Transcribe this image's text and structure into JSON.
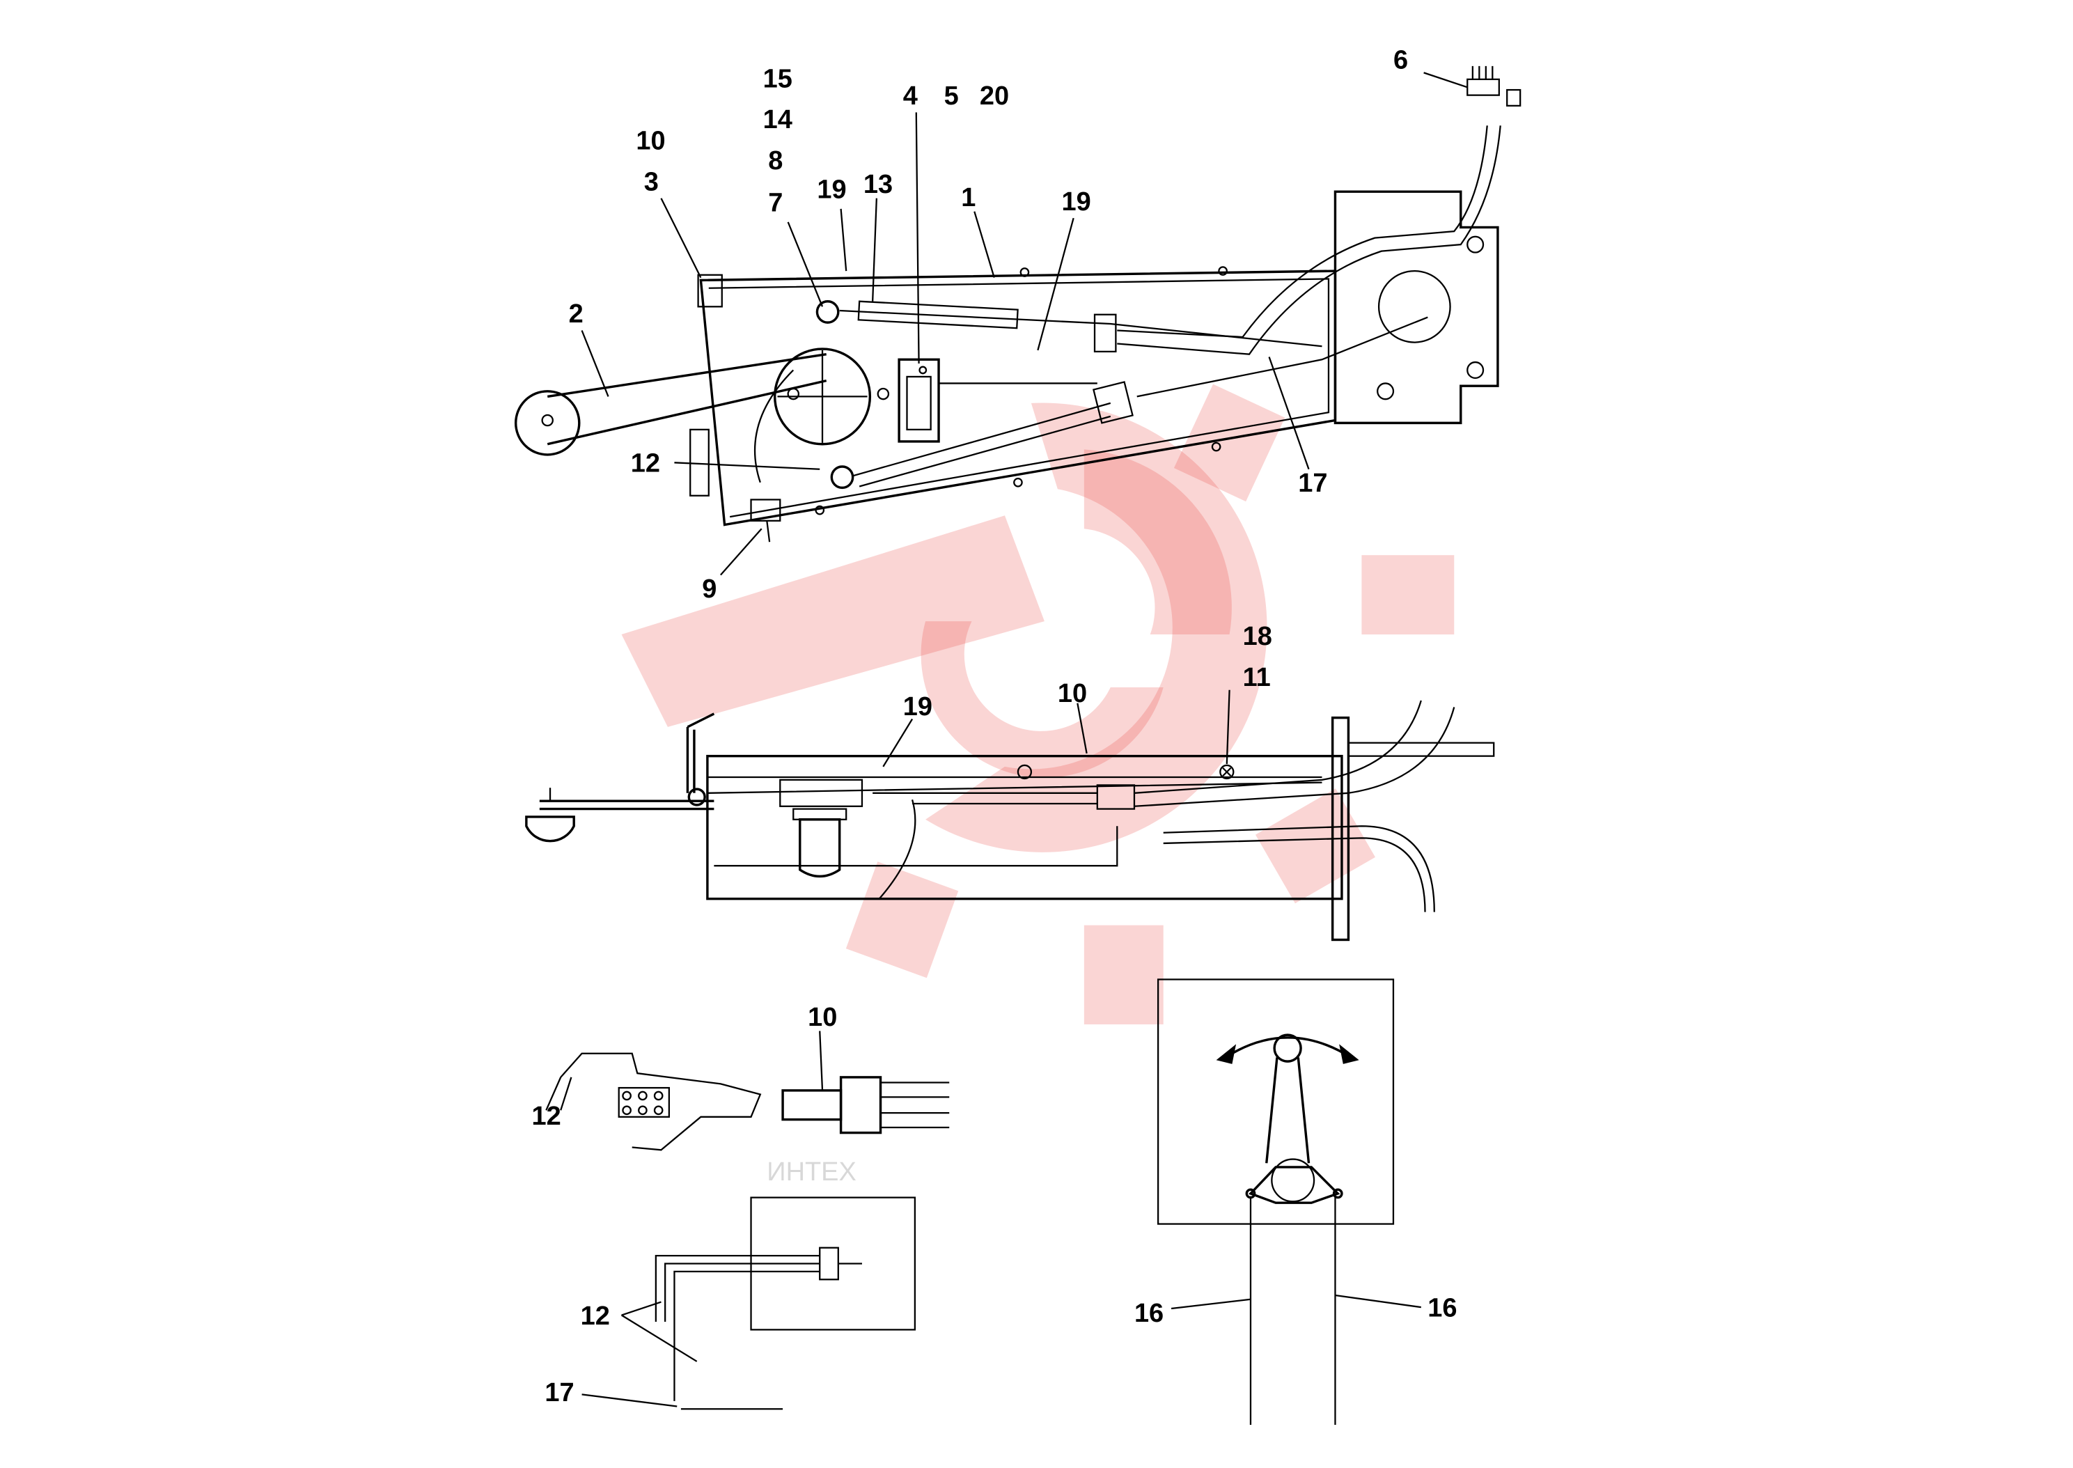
{
  "watermark": {
    "text": "ИНТЕХ",
    "color": "#e8423c"
  },
  "top_view_labels": {
    "c15": "15",
    "c14": "14",
    "c8": "8",
    "c7": "7",
    "c4": "4",
    "c5": "5",
    "c20": "20",
    "c10": "10",
    "c3": "3",
    "c19a": "19",
    "c13": "13",
    "c1": "1",
    "c19b": "19",
    "c6": "6",
    "c2": "2",
    "c12": "12",
    "c17": "17",
    "c9": "9"
  },
  "side_view_labels": {
    "c18": "18",
    "c11": "11",
    "c19": "19",
    "c10": "10"
  },
  "detail_labels": {
    "connector_10": "10",
    "switch_12": "12",
    "cable_12": "12",
    "cable_17": "17",
    "lever_16_left": "16",
    "lever_16_right": "16"
  }
}
